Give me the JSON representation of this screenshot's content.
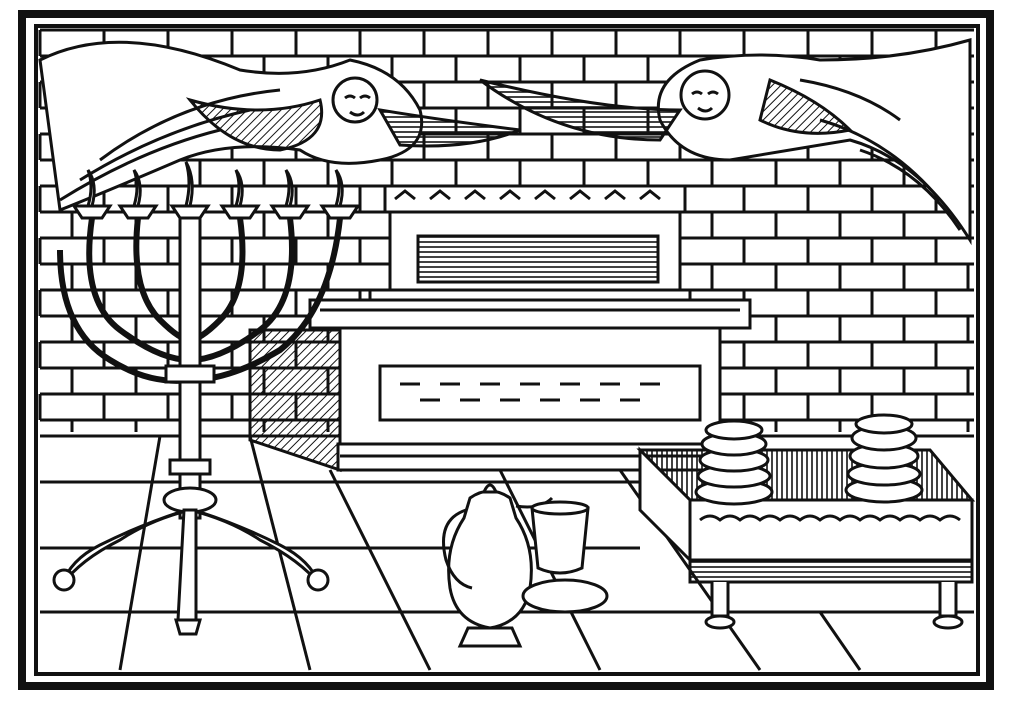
{
  "image": {
    "kind": "woodcut-engraving",
    "subject": "tabernacle-furnishings",
    "colors": {
      "ink": "#111111",
      "paper": "#ffffff"
    },
    "elements": [
      "border-frame-icon",
      "brick-wall",
      "cherub-left-icon",
      "cherub-right-icon",
      "ark-of-covenant-icon",
      "altar-icon",
      "menorah-icon",
      "ewer-icon",
      "cup-icon",
      "table-of-showbread-icon",
      "bread-loaves-icon",
      "floor-tiles"
    ]
  }
}
